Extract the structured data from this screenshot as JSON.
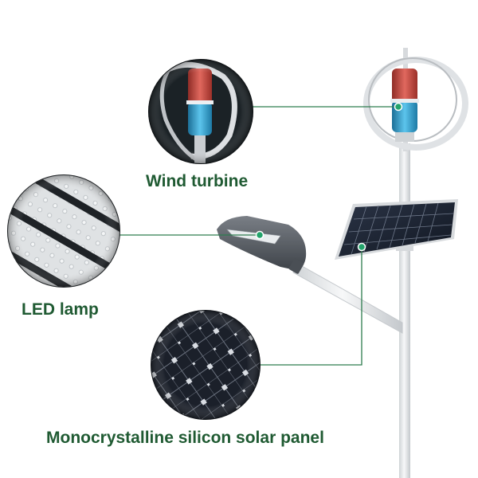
{
  "labels": {
    "wind_turbine": "Wind turbine",
    "led_lamp": "LED lamp",
    "solar_panel": "Monocrystalline silicon solar panel"
  },
  "colors": {
    "label_text": "#1f5a32",
    "callout_line": "#2e7d4f",
    "callout_dot": "#23a36b",
    "pole": "#e6e8ea",
    "turbine_red": "#c9473f",
    "turbine_blue": "#2f9fd0",
    "panel_cell": "#1c2330",
    "lamp_body": "#5b6066"
  },
  "icons": [
    "wind-turbine-icon",
    "led-lamp-icon",
    "solar-panel-icon"
  ]
}
